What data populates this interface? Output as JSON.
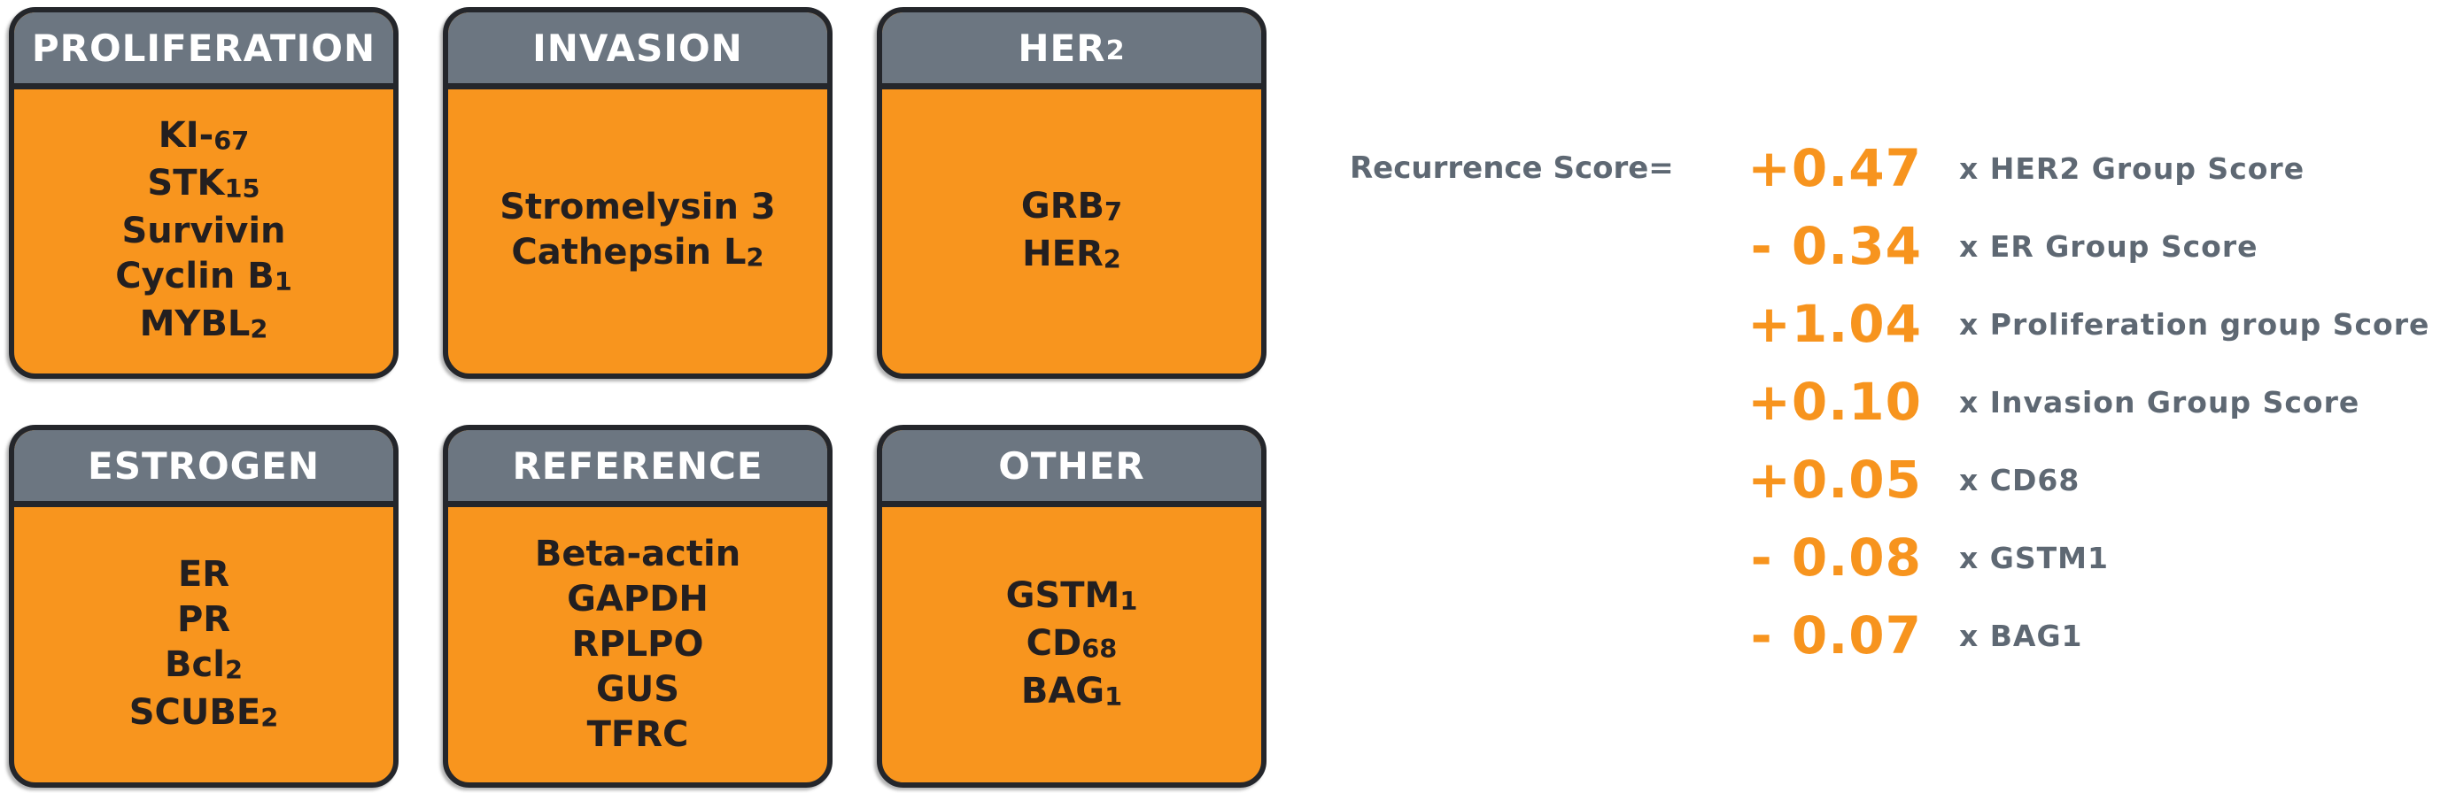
{
  "colors": {
    "box_orange": "#F8951E",
    "header_gray": "#6C7681",
    "border_dark": "#24262b",
    "gene_text": "#231F20",
    "header_text": "#FFFFFF",
    "formula_coefficient_orange": "#F7941E",
    "formula_text_gray": "#5E6873",
    "background": "#FFFFFF"
  },
  "groups": [
    {
      "id": "proliferation",
      "title": [
        [
          "PROLIFERATION",
          0
        ]
      ],
      "genes": [
        [
          [
            "KI-",
            0
          ],
          [
            "67",
            1
          ]
        ],
        [
          [
            "STK",
            0
          ],
          [
            "15",
            1
          ]
        ],
        [
          [
            "Survivin",
            0
          ]
        ],
        [
          [
            "Cyclin B",
            0
          ],
          [
            "1",
            1
          ]
        ],
        [
          [
            "MYBL",
            0
          ],
          [
            "2",
            1
          ]
        ]
      ]
    },
    {
      "id": "invasion",
      "title": [
        [
          "INVASION",
          0
        ]
      ],
      "genes": [
        [
          [
            "Stromelysin 3",
            0
          ]
        ],
        [
          [
            "Cathepsin L",
            0
          ],
          [
            "2",
            1
          ]
        ]
      ]
    },
    {
      "id": "her2",
      "title": [
        [
          "HER",
          0
        ],
        [
          "2",
          1
        ]
      ],
      "genes": [
        [
          [
            "GRB",
            0
          ],
          [
            "7",
            1
          ]
        ],
        [
          [
            "HER",
            0
          ],
          [
            "2",
            1
          ]
        ]
      ]
    },
    {
      "id": "estrogen",
      "title": [
        [
          "ESTROGEN",
          0
        ]
      ],
      "genes": [
        [
          [
            "ER",
            0
          ]
        ],
        [
          [
            "PR",
            0
          ]
        ],
        [
          [
            "Bcl",
            0
          ],
          [
            "2",
            1
          ]
        ],
        [
          [
            "SCUBE",
            0
          ],
          [
            "2",
            1
          ]
        ]
      ]
    },
    {
      "id": "reference",
      "title": [
        [
          "REFERENCE",
          0
        ]
      ],
      "genes": [
        [
          [
            "Beta-actin",
            0
          ]
        ],
        [
          [
            "GAPDH",
            0
          ]
        ],
        [
          [
            "RPLPO",
            0
          ]
        ],
        [
          [
            "GUS",
            0
          ]
        ],
        [
          [
            "TFRC",
            0
          ]
        ]
      ]
    },
    {
      "id": "other",
      "title": [
        [
          "OTHER",
          0
        ]
      ],
      "genes": [
        [
          [
            "GSTM",
            0
          ],
          [
            "1",
            1
          ]
        ],
        [
          [
            "CD",
            0
          ],
          [
            "68",
            1
          ]
        ],
        [
          [
            "BAG",
            0
          ],
          [
            "1",
            1
          ]
        ]
      ]
    }
  ],
  "formula": {
    "label": "Recurrence Score=",
    "rows": [
      {
        "coef": "+0.47",
        "term": "x HER2 Group Score"
      },
      {
        "coef": "- 0.34",
        "term": "x ER Group Score"
      },
      {
        "coef": "+1.04",
        "term": "x Proliferation group Score"
      },
      {
        "coef": "+0.10",
        "term": "x Invasion Group Score"
      },
      {
        "coef": "+0.05",
        "term": "x CD68"
      },
      {
        "coef": "- 0.08",
        "term": "x GSTM1"
      },
      {
        "coef": "- 0.07",
        "term": "x BAG1"
      }
    ]
  }
}
